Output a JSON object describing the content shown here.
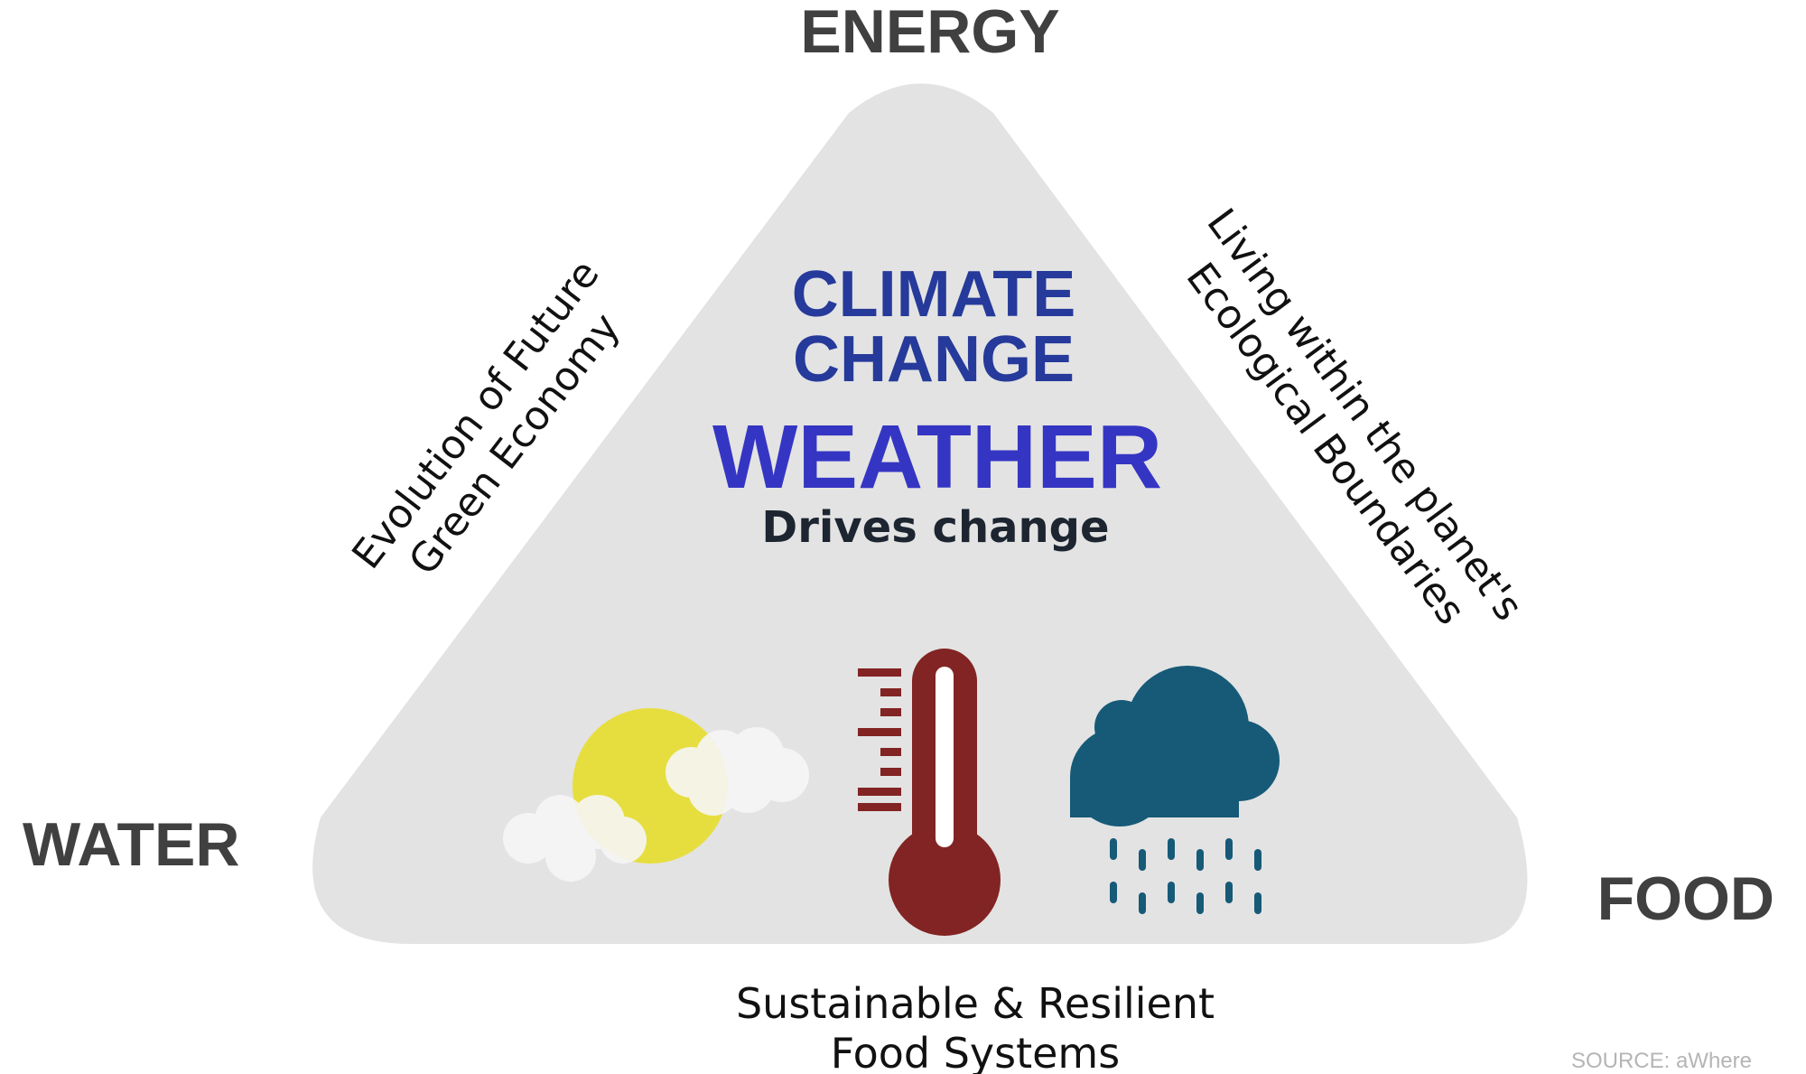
{
  "corners": {
    "top": "ENERGY",
    "left": "WATER",
    "right": "FOOD"
  },
  "sides": {
    "left": [
      "Evolution of Future",
      "Green Economy"
    ],
    "right": [
      "Living within the planet's",
      "Ecological Boundaries"
    ],
    "bottom": [
      "Sustainable & Resilient",
      "Food Systems"
    ]
  },
  "center": {
    "line1": "CLIMATE",
    "line2": "CHANGE",
    "headline": "WEATHER",
    "subtitle": "Drives change"
  },
  "source": "SOURCE: aWhere",
  "colors": {
    "triangle": "#e3e3e3",
    "corner_text": "#404040",
    "climate_text": "#253a9a",
    "weather_text": "#3535c4",
    "subtitle_text": "#1c2530",
    "sun": "#e6de3e",
    "cloud": "#f6f6f6",
    "thermometer": "#822423",
    "rain_cloud": "#165a78"
  },
  "icons": [
    "sun-cloud-icon",
    "thermometer-icon",
    "rain-cloud-icon"
  ]
}
